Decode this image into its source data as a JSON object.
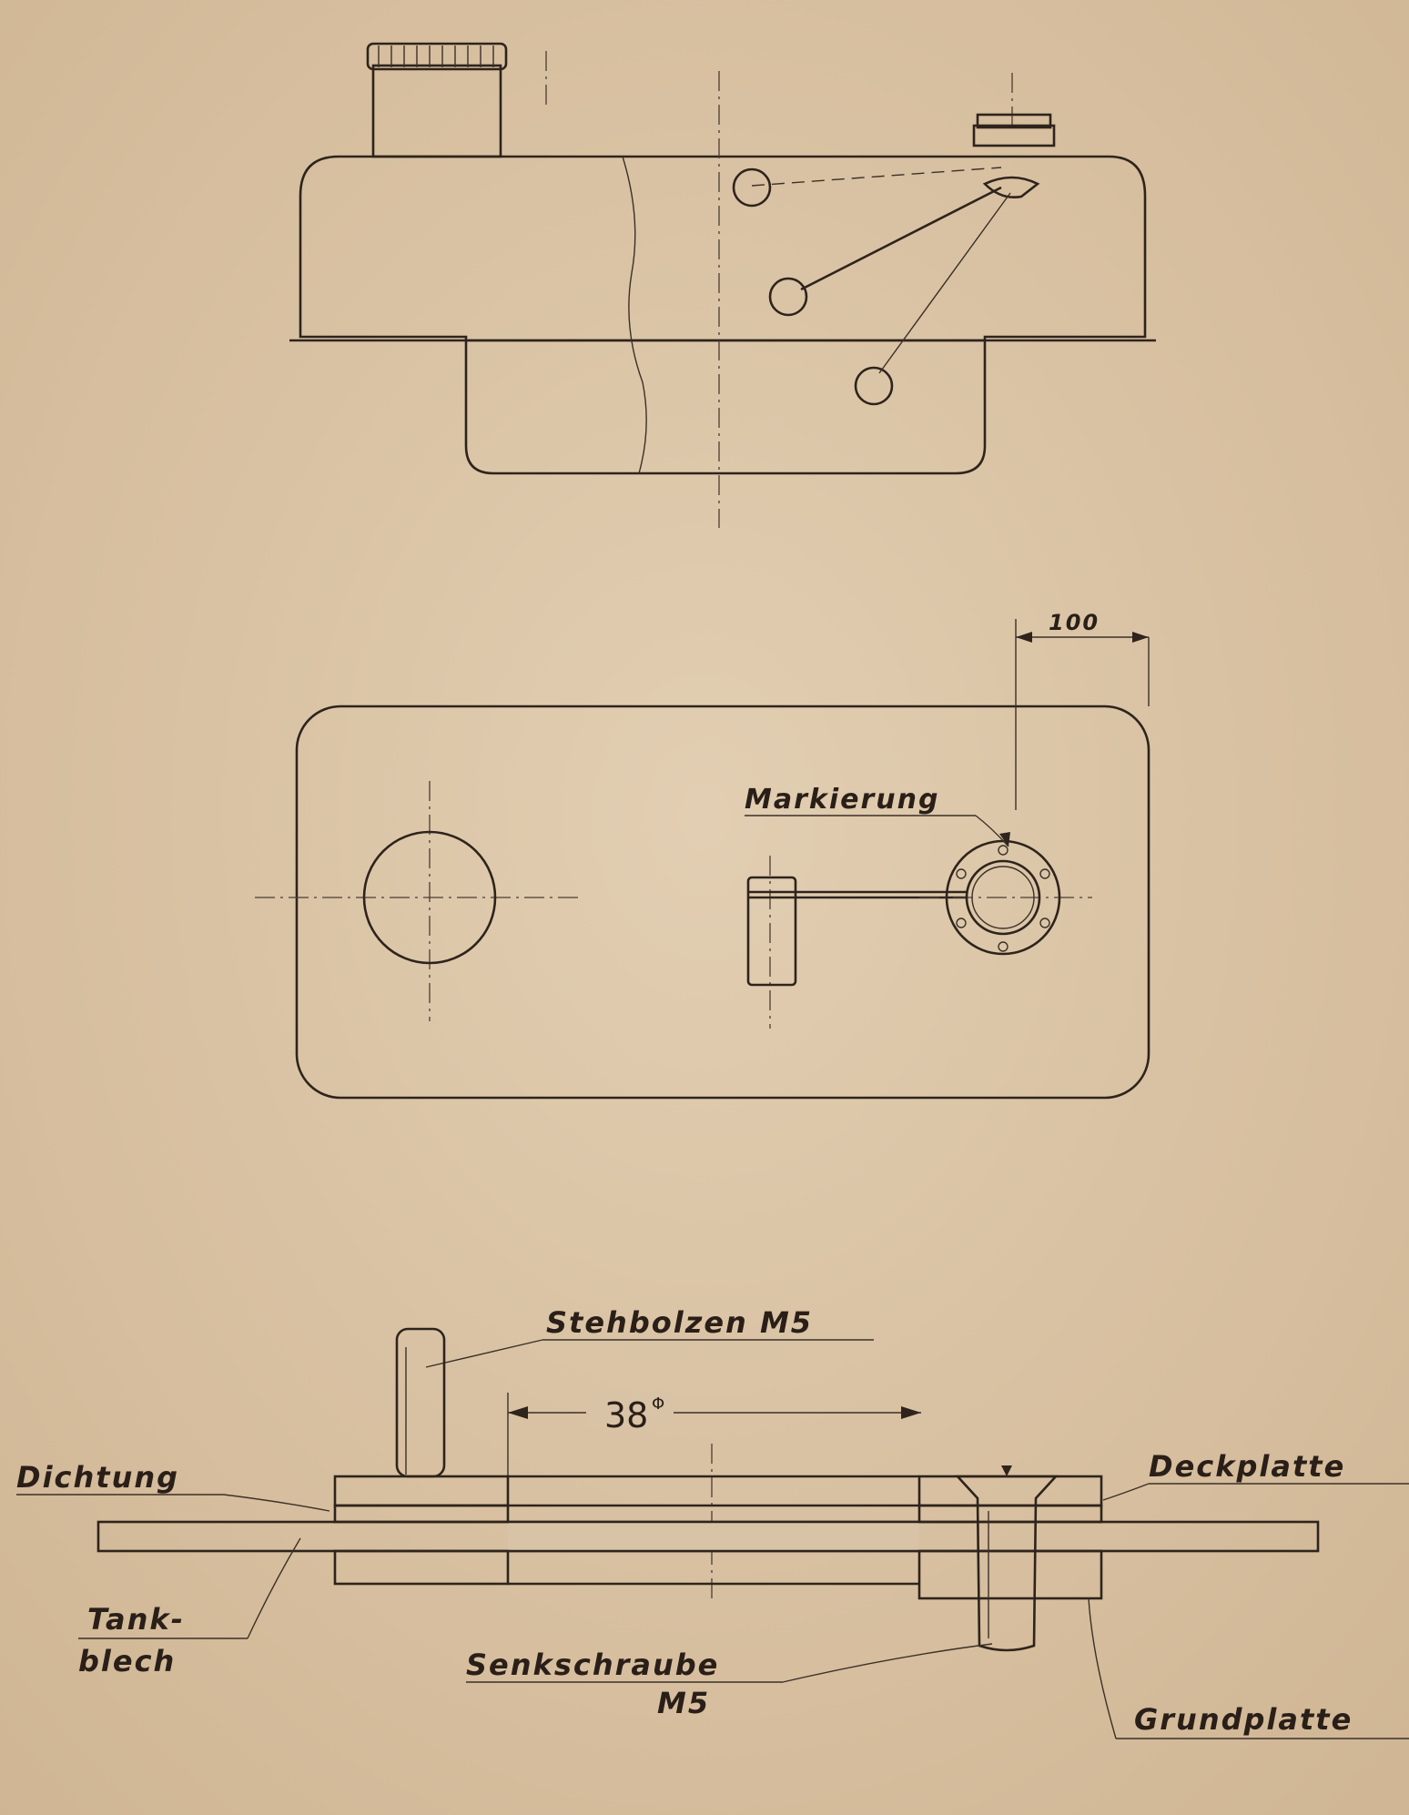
{
  "labels": {
    "dim_top": "100",
    "markierung": "Markierung",
    "stehbolzen": "Stehbolzen M5",
    "dim_bottom": "38",
    "dim_bottom_sym": "Φ",
    "dichtung": "Dichtung",
    "deckplatte": "Deckplatte",
    "tankblech_1": "Tank-",
    "tankblech_2": "blech",
    "senkschraube_1": "Senkschraube",
    "senkschraube_2": "M5",
    "grundplatte": "Grundplatte"
  },
  "colors": {
    "paper": "#d9c3a6",
    "ink": "#2e241c"
  }
}
